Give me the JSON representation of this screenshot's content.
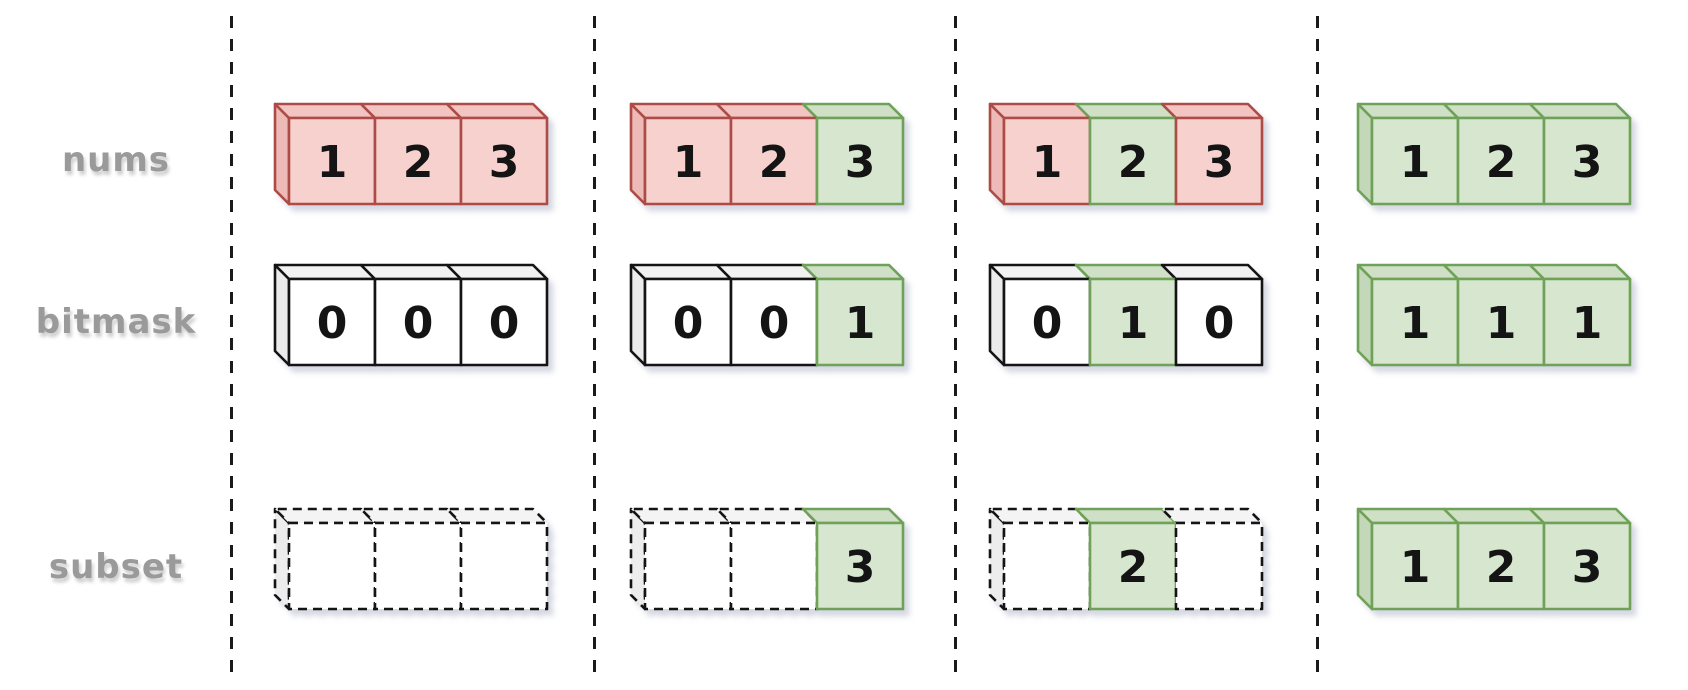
{
  "background": "#ffffff",
  "text_color": "#141414",
  "label_color": "#9a9a9a",
  "separator_color": "#1a1a1a",
  "palette": {
    "red": {
      "front": "#f7d1cd",
      "top": "#f2c5c2",
      "side": "#eebab7",
      "border": "#ad4b46",
      "stroke_style": "solid"
    },
    "green": {
      "front": "#d6e6cf",
      "top": "#cfe0c7",
      "side": "#c3d8b9",
      "border": "#6fa158",
      "stroke_style": "solid"
    },
    "white": {
      "front": "#ffffff",
      "top": "#f2f2f2",
      "side": "#ebebeb",
      "border": "#141414",
      "stroke_style": "solid"
    },
    "dashed": {
      "front": "#ffffff",
      "top": "#f4f4f4",
      "side": "#ededed",
      "border": "#141414",
      "stroke_style": "dashed"
    }
  },
  "rows": [
    {
      "id": "nums",
      "label": "nums"
    },
    {
      "id": "bitmask",
      "label": "bitmask"
    },
    {
      "id": "subset",
      "label": "subset"
    }
  ],
  "columns": [
    {
      "nums": [
        {
          "value": "1",
          "state": "red"
        },
        {
          "value": "2",
          "state": "red"
        },
        {
          "value": "3",
          "state": "red"
        }
      ],
      "bitmask": [
        {
          "value": "0",
          "state": "white"
        },
        {
          "value": "0",
          "state": "white"
        },
        {
          "value": "0",
          "state": "white"
        }
      ],
      "subset": [
        {
          "value": "",
          "state": "dashed"
        },
        {
          "value": "",
          "state": "dashed"
        },
        {
          "value": "",
          "state": "dashed"
        }
      ]
    },
    {
      "nums": [
        {
          "value": "1",
          "state": "red"
        },
        {
          "value": "2",
          "state": "red"
        },
        {
          "value": "3",
          "state": "green"
        }
      ],
      "bitmask": [
        {
          "value": "0",
          "state": "white"
        },
        {
          "value": "0",
          "state": "white"
        },
        {
          "value": "1",
          "state": "green"
        }
      ],
      "subset": [
        {
          "value": "",
          "state": "dashed"
        },
        {
          "value": "",
          "state": "dashed"
        },
        {
          "value": "3",
          "state": "green"
        }
      ]
    },
    {
      "nums": [
        {
          "value": "1",
          "state": "red"
        },
        {
          "value": "2",
          "state": "green"
        },
        {
          "value": "3",
          "state": "red"
        }
      ],
      "bitmask": [
        {
          "value": "0",
          "state": "white"
        },
        {
          "value": "1",
          "state": "green"
        },
        {
          "value": "0",
          "state": "white"
        }
      ],
      "subset": [
        {
          "value": "",
          "state": "dashed"
        },
        {
          "value": "2",
          "state": "green"
        },
        {
          "value": "",
          "state": "dashed"
        }
      ]
    },
    {
      "nums": [
        {
          "value": "1",
          "state": "green"
        },
        {
          "value": "2",
          "state": "green"
        },
        {
          "value": "3",
          "state": "green"
        }
      ],
      "bitmask": [
        {
          "value": "1",
          "state": "green"
        },
        {
          "value": "1",
          "state": "green"
        },
        {
          "value": "1",
          "state": "green"
        }
      ],
      "subset": [
        {
          "value": "1",
          "state": "green"
        },
        {
          "value": "2",
          "state": "green"
        },
        {
          "value": "3",
          "state": "green"
        }
      ]
    }
  ]
}
